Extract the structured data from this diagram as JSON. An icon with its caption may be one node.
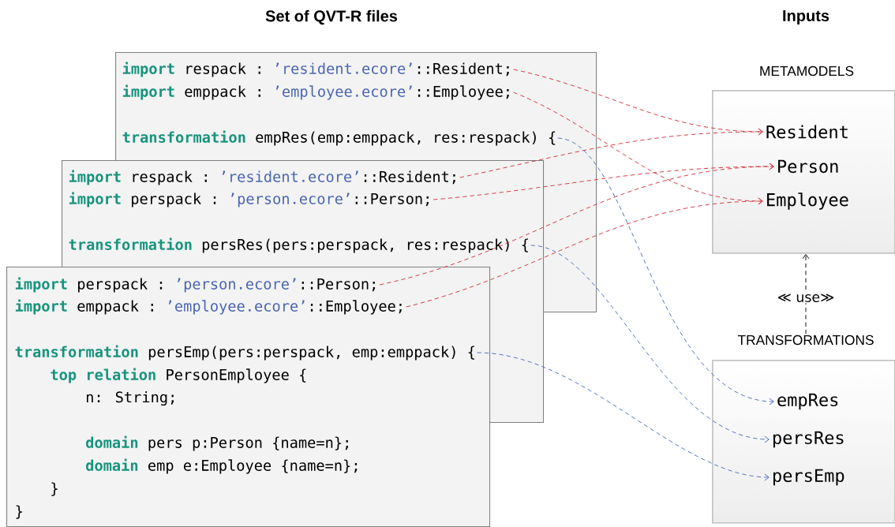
{
  "diagram": {
    "nodes": [
      {
        "text": [],
        "shape": "box"
      },
      {
        "text": [
          "import",
          "respack :",
          "’resident.ecore’",
          "::Resident;"
        ],
        "in": 0
      },
      {
        "text": [
          "import",
          "emppack :",
          "’employee.ecore’",
          "::Employee;"
        ],
        "in": 0
      },
      {
        "text": [
          "transformation",
          "empRes(emp:emppack, res:respack) {"
        ],
        "in": 0
      },
      {
        "text": [],
        "shape": "box"
      },
      {
        "text": [
          "import",
          "respack :",
          "’resident.ecore’",
          "::Resident;"
        ],
        "in": 4
      },
      {
        "text": [
          "import",
          "perspack :",
          "’person.ecore’",
          "::Person;"
        ],
        "in": 4
      },
      {
        "text": [
          "transformation",
          "persRes(pers:perspack, res:respack) {"
        ],
        "in": 4
      },
      {
        "text": [
          "top relation",
          "PersonEmployee {",
          "n: String;",
          "domain",
          "pers p:Person {name=n};",
          "domain",
          "emp e:Employee {name=n};",
          "}",
          "}"
        ]
      },
      {
        "text": [
          "import",
          "perspack :",
          "’person.ecore’",
          "::Person;"
        ],
        "in": 8
      },
      {
        "text": [
          "import",
          "emppack :",
          "’employee.ecore’",
          "::Employee;"
        ],
        "in": 8
      },
      {
        "text": [
          "transformation",
          "persEmp(pers:perspack, emp:emppack) {"
        ],
        "in": 8
      },
      {
        "text": [
          "METAMODELS"
        ]
      },
      {
        "text": [
          "Resident"
        ],
        "in": 12
      },
      {
        "text": [
          "Person"
        ],
        "in": 12
      },
      {
        "text": [
          "Employee"
        ],
        "in": 12
      },
      {
        "text": [
          "TRANSFORMATIONS"
        ]
      },
      {
        "text": [
          "empRes"
        ],
        "in": 16
      },
      {
        "text": [
          "persRes"
        ],
        "in": 16
      },
      {
        "text": [
          "persEmp"
        ],
        "in": 16
      }
    ],
    "edges": [
      {
        "from": 1,
        "to": 13,
        "arrow": "to",
        "style": "dashed",
        "color": "#d0313d"
      },
      {
        "from": 2,
        "to": 15,
        "arrow": "to",
        "style": "dashed",
        "color": "#d0313d"
      },
      {
        "from": 3,
        "to": 17,
        "arrow": "to",
        "style": "dashed",
        "color": "#4a6cc0"
      },
      {
        "from": 5,
        "to": 13,
        "arrow": "to",
        "style": "dashed",
        "color": "#d0313d"
      },
      {
        "from": 6,
        "to": 14,
        "arrow": "to",
        "style": "dashed",
        "color": "#d0313d"
      },
      {
        "from": 7,
        "to": 18,
        "arrow": "to",
        "style": "dashed",
        "color": "#4a6cc0"
      },
      {
        "from": 9,
        "to": 14,
        "arrow": "to",
        "style": "dashed",
        "color": "#d0313d"
      },
      {
        "from": 10,
        "to": 15,
        "arrow": "to",
        "style": "dashed",
        "color": "#d0313d"
      },
      {
        "from": 11,
        "to": 19,
        "arrow": "to",
        "style": "dashed",
        "color": "#4a6cc0"
      },
      {
        "from": 16,
        "to": 12,
        "arrow": "to",
        "style": "dashed",
        "color": "#000000",
        "label": "≪ use≫"
      }
    ],
    "labels": [
      "Set of QVT-R files",
      "Inputs"
    ]
  }
}
